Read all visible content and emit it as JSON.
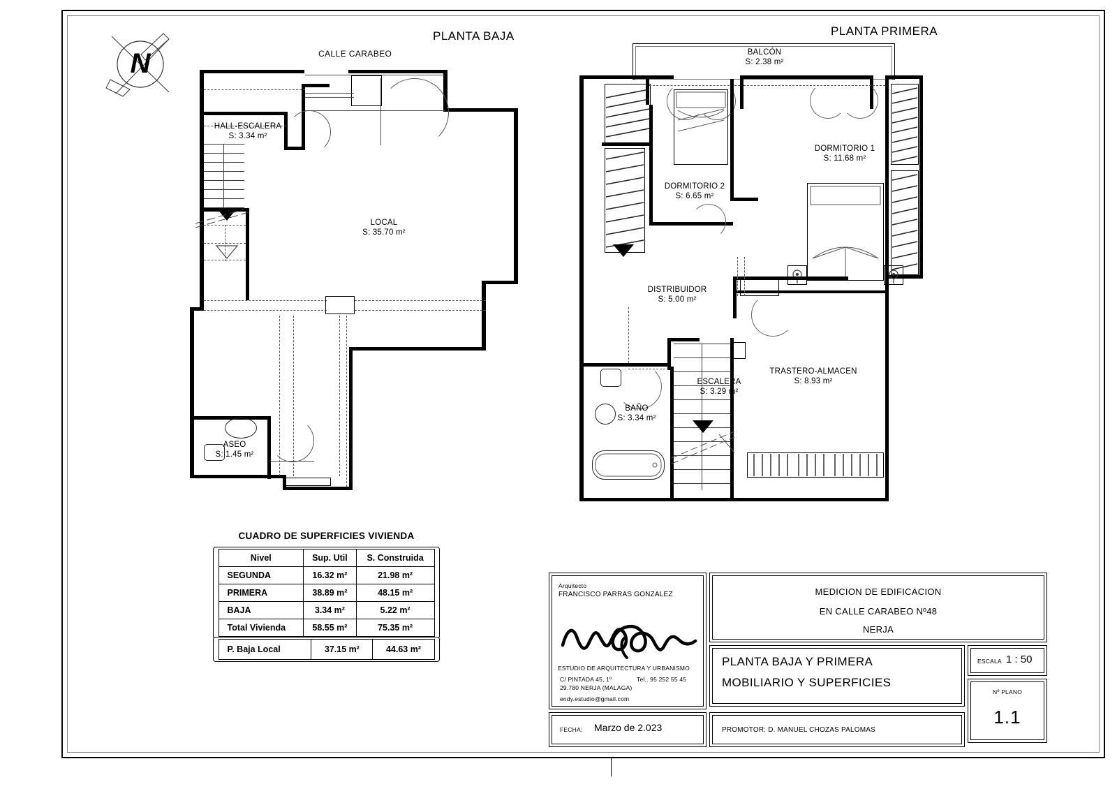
{
  "sheet": {
    "scale_label": "ESCALA",
    "scale_value": "1 : 50",
    "plan_no_label": "Nº PLANO",
    "plan_no_value": "1.1"
  },
  "compass": {
    "north_letter": "N"
  },
  "ground_floor": {
    "title": "PLANTA BAJA",
    "street": "CALLE CARABEO",
    "rooms": [
      {
        "name": "HALL-ESCALERA",
        "area": "S: 3.34 m²"
      },
      {
        "name": "LOCAL",
        "area": "S: 35.70 m²"
      },
      {
        "name": "ASEO",
        "area": "S: 1.45 m²"
      }
    ]
  },
  "first_floor": {
    "title": "PLANTA PRIMERA",
    "rooms": [
      {
        "name": "BALCÓN",
        "area": "S: 2.38 m²"
      },
      {
        "name": "DORMITORIO 1",
        "area": "S: 11.68 m²"
      },
      {
        "name": "DORMITORIO 2",
        "area": "S: 6.65 m²"
      },
      {
        "name": "DISTRIBUIDOR",
        "area": "S: 5.00 m²"
      },
      {
        "name": "TRASTERO-ALMACEN",
        "area": "S: 8.93 m²"
      },
      {
        "name": "ESCALERA",
        "area": "S: 3.29 m²"
      },
      {
        "name": "BAÑO",
        "area": "S: 3.34 m²"
      }
    ]
  },
  "surfaces_table": {
    "title": "CUADRO DE SUPERFICIES VIVIENDA",
    "headers": [
      "Nivel",
      "Sup. Util",
      "S. Construida"
    ],
    "rows": [
      {
        "level": "SEGUNDA",
        "util": "16.32 m²",
        "construida": "21.98 m²"
      },
      {
        "level": "PRIMERA",
        "util": "38.89 m²",
        "construida": "48.15 m²"
      },
      {
        "level": "BAJA",
        "util": "3.34 m²",
        "construida": "5.22 m²"
      },
      {
        "level": "Total Vivienda",
        "util": "58.55 m²",
        "construida": "75.35 m²"
      }
    ],
    "local_row": {
      "level": "P. Baja Local",
      "util": "37.15 m²",
      "construida": "44.63 m²"
    }
  },
  "title_block": {
    "architect_label": "Arquitecto",
    "architect_name": "FRANCISCO PARRAS GONZALEZ",
    "studio_name": "ESTUDIO DE ARQUITECTURA Y URBANISMO",
    "studio_address1": "C/ PINTADA 45, 1º",
    "studio_phone": "Tel.. 95 252 55 45",
    "studio_address2": "29.780 NERJA (MALAGA)",
    "studio_email": "endy.estudio@gmail.com",
    "project_line1": "MEDICION DE EDIFICACION",
    "project_line2": "EN CALLE CARABEO Nº48",
    "project_line3": "NERJA",
    "drawing_line1": "PLANTA BAJA Y PRIMERA",
    "drawing_line2": "MOBILIARIO Y SUPERFICIES",
    "date_label": "FECHA:",
    "date_value": "Marzo de 2.023",
    "promoter": "PROMOTOR: D. MANUEL CHOZAS PALOMAS"
  }
}
